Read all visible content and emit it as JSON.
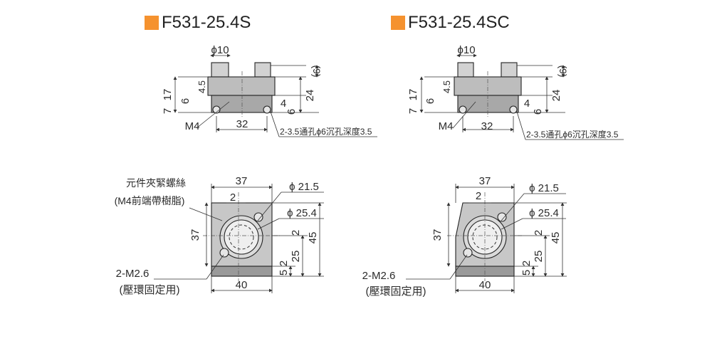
{
  "colors": {
    "accent": "#f5922f",
    "part_body": "#c7c7c7",
    "part_dark": "#8a8a8a",
    "part_light": "#e6e6e6"
  },
  "models": [
    {
      "title": "F531-25.4S",
      "side_view": {
        "screw_diameter": "ϕ10",
        "total_height": "(9)",
        "height_17": "17",
        "height_7": "7",
        "height_45": "4.5",
        "height_6": "6",
        "height_24": "24",
        "height_4": "4",
        "height_6b": "6",
        "thread": "M4",
        "hole_pitch": "32",
        "holes_note": "2-3.5通孔ϕ6沉孔深度3.5"
      },
      "front_view": {
        "clamp_label_1": "元件夾緊螺絲",
        "clamp_label_2": "(M4前端帶樹脂)",
        "width_37": "37",
        "offset_2": "2",
        "dia_215": "ϕ 21.5",
        "dia_254": "ϕ 25.4",
        "height_37": "37",
        "offset_2b": "2",
        "height_45": "45",
        "height_25": "25",
        "height_2": "2",
        "height_5": "5",
        "base_width": "40",
        "mount_thread_1": "2-M2.6",
        "mount_thread_2": "(壓環固定用)"
      }
    },
    {
      "title": "F531-25.4SC",
      "side_view": {
        "screw_diameter": "ϕ10",
        "total_height": "(9)",
        "height_17": "17",
        "height_7": "7",
        "height_45": "4.5",
        "height_6": "6",
        "height_24": "24",
        "height_4": "4",
        "height_6b": "6",
        "thread": "M4",
        "hole_pitch": "32",
        "holes_note": "2-3.5通孔ϕ6沉孔深度3.5"
      },
      "front_view": {
        "width_37": "37",
        "offset_2": "2",
        "dia_215": "ϕ 21.5",
        "dia_254": "ϕ 25.4",
        "height_37": "37",
        "offset_2b": "2",
        "height_45": "45",
        "height_25": "25",
        "height_2": "2",
        "height_5": "5",
        "base_width": "40",
        "mount_thread_1": "2-M2.6",
        "mount_thread_2": "(壓環固定用)"
      }
    }
  ]
}
